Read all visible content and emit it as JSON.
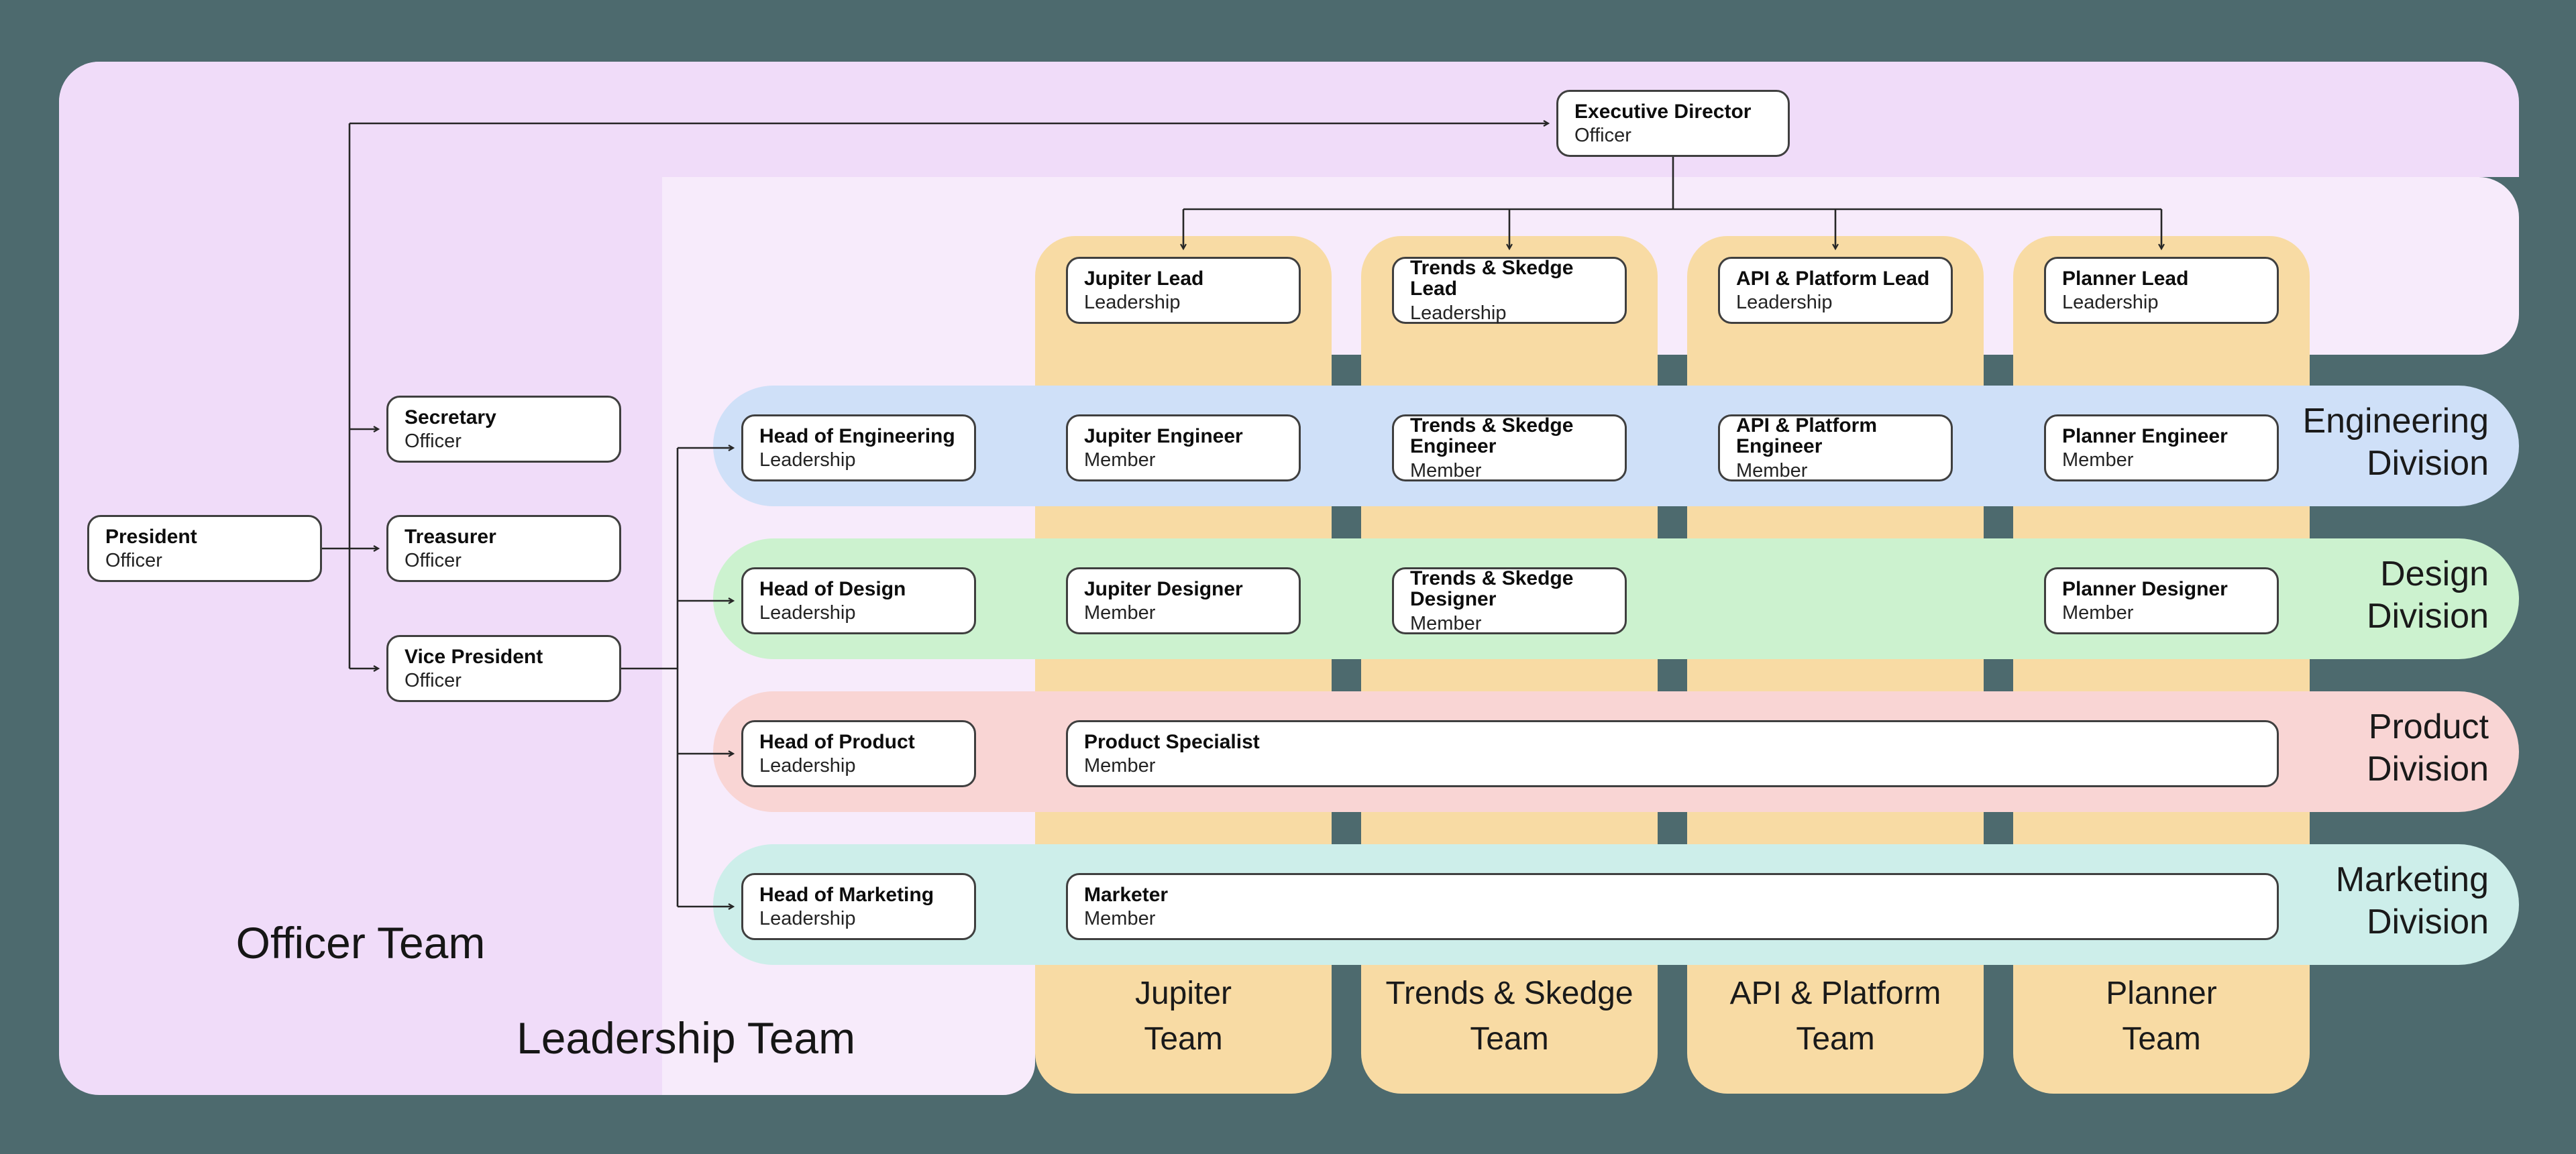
{
  "colors": {
    "bg": "#4d6a6e",
    "officer": "#f0dcf9",
    "leadership": "#f7ebfb",
    "column": "#f8dba4",
    "engineering": "#cfe0f8",
    "design": "#ccf2cf",
    "product": "#f9d5d4",
    "marketing": "#cdeeea",
    "line": "#262626",
    "card_border": "#3f3f3f"
  },
  "groups": {
    "officer_team_label": "Officer Team",
    "leadership_team_label": "Leadership Team"
  },
  "teams": [
    {
      "line1": "Jupiter",
      "line2": "Team"
    },
    {
      "line1": "Trends & Skedge",
      "line2": "Team"
    },
    {
      "line1": "API & Platform",
      "line2": "Team"
    },
    {
      "line1": "Planner",
      "line2": "Team"
    }
  ],
  "divisions": [
    {
      "line1": "Engineering",
      "line2": "Division"
    },
    {
      "line1": "Design",
      "line2": "Division"
    },
    {
      "line1": "Product",
      "line2": "Division"
    },
    {
      "line1": "Marketing",
      "line2": "Division"
    }
  ],
  "nodes": {
    "executive_director": {
      "title": "Executive Director",
      "subtitle": "Officer"
    },
    "president": {
      "title": "President",
      "subtitle": "Officer"
    },
    "secretary": {
      "title": "Secretary",
      "subtitle": "Officer"
    },
    "treasurer": {
      "title": "Treasurer",
      "subtitle": "Officer"
    },
    "vice_president": {
      "title": "Vice President",
      "subtitle": "Officer"
    },
    "jupiter_lead": {
      "title": "Jupiter Lead",
      "subtitle": "Leadership"
    },
    "trends_skedge_lead": {
      "title": "Trends & Skedge Lead",
      "subtitle": "Leadership"
    },
    "api_platform_lead": {
      "title": "API & Platform Lead",
      "subtitle": "Leadership"
    },
    "planner_lead": {
      "title": "Planner Lead",
      "subtitle": "Leadership"
    },
    "head_of_engineering": {
      "title": "Head of Engineering",
      "subtitle": "Leadership"
    },
    "jupiter_engineer": {
      "title": "Jupiter Engineer",
      "subtitle": "Member"
    },
    "trends_skedge_engineer": {
      "title": "Trends & Skedge Engineer",
      "subtitle": "Member"
    },
    "api_platform_engineer": {
      "title": "API & Platform Engineer",
      "subtitle": "Member"
    },
    "planner_engineer": {
      "title": "Planner Engineer",
      "subtitle": "Member"
    },
    "head_of_design": {
      "title": "Head of Design",
      "subtitle": "Leadership"
    },
    "jupiter_designer": {
      "title": "Jupiter Designer",
      "subtitle": "Member"
    },
    "trends_skedge_designer": {
      "title": "Trends & Skedge Designer",
      "subtitle": "Member"
    },
    "planner_designer": {
      "title": "Planner Designer",
      "subtitle": "Member"
    },
    "head_of_product": {
      "title": "Head of Product",
      "subtitle": "Leadership"
    },
    "product_specialist": {
      "title": "Product Specialist",
      "subtitle": "Member"
    },
    "head_of_marketing": {
      "title": "Head of Marketing",
      "subtitle": "Leadership"
    },
    "marketer": {
      "title": "Marketer",
      "subtitle": "Member"
    }
  }
}
